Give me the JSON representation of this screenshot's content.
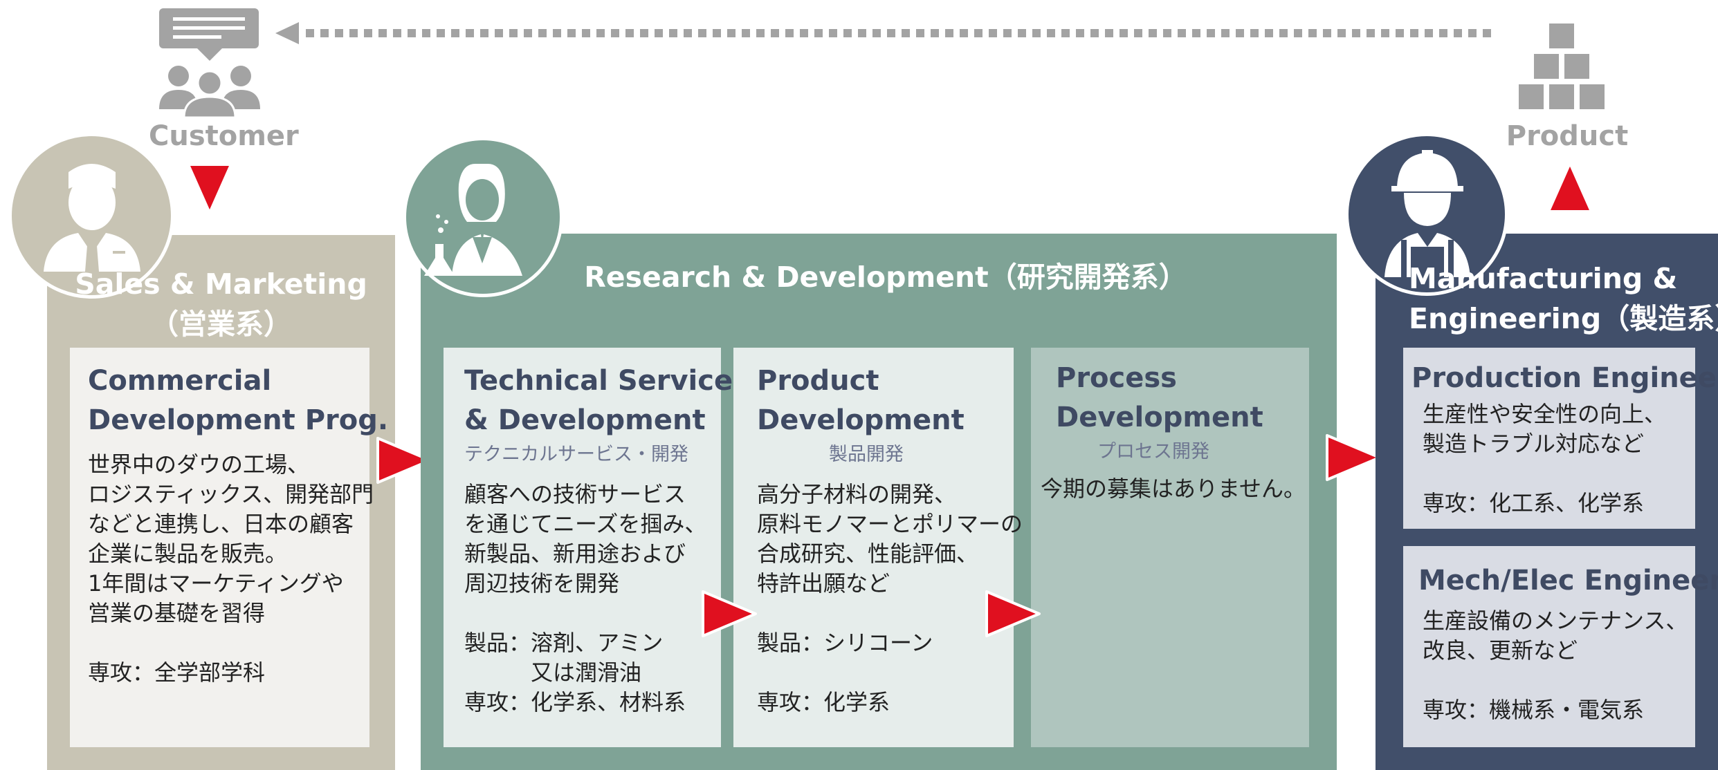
{
  "top": {
    "customer_label": "Customer",
    "product_label": "Product"
  },
  "sales": {
    "title_line1": "Sales & Marketing",
    "title_line2": "（営業系）",
    "card": {
      "title_line1": "Commercial",
      "title_line2": "Development Prog.",
      "body": "世界中のダウの工場、\nロジスティックス、開発部門\nなどと連携し、日本の顧客\n企業に製品を販売。\n1年間はマーケティングや\n営業の基礎を習得\n\n専攻：全学部学科"
    }
  },
  "rnd": {
    "title": "Research & Development（研究開発系）",
    "tsd": {
      "title_line1": "Technical Service",
      "title_line2": "& Development",
      "subtitle": "テクニカルサービス・開発",
      "body": "顧客への技術サービス\nを通じてニーズを掴み、\n新製品、新用途および\n周辺技術を開発\n\n製品：溶剤、アミン\n　　　又は潤滑油\n専攻：化学系、材料系"
    },
    "pd": {
      "title_line1": "Product",
      "title_line2": "Development",
      "subtitle": "製品開発",
      "body": "高分子材料の開発、\n原料モノマーとポリマーの\n合成研究、性能評価、\n特許出願など\n\n製品：シリコーン\n\n専攻：化学系"
    },
    "proc": {
      "title_line1": "Process",
      "title_line2": "Development",
      "subtitle": "プロセス開発",
      "body": "今期の募集はありません。"
    }
  },
  "mfg": {
    "title_line1": "Manufacturing &",
    "title_line2": "Engineering（製造系）",
    "pe": {
      "title": "Production Engineer",
      "body": "生産性や安全性の向上、\n製造トラブル対応など\n\n専攻：化工系、化学系"
    },
    "me": {
      "title": "Mech/Elec Engineer",
      "body": "生産設備のメンテナンス、\n改良、更新など\n\n専攻：機械系・電気系"
    }
  },
  "colors": {
    "sales": "#c8c4b4",
    "sales_card": "#f2f1ee",
    "rnd": "#7fa396",
    "rnd_card": "#e6edeb",
    "proc_card": "#afc5be",
    "mfg": "#414f6a",
    "mfg_card": "#d9dce4",
    "arrow_red": "#e0101f",
    "icon_grey": "#a3a3a3"
  },
  "icons": [
    "speech-bubble-icon",
    "people-icon",
    "boxes-icon",
    "businessman-icon",
    "scientist-icon",
    "engineer-icon",
    "dotted-arrow-icon",
    "red-triangle-icon"
  ]
}
